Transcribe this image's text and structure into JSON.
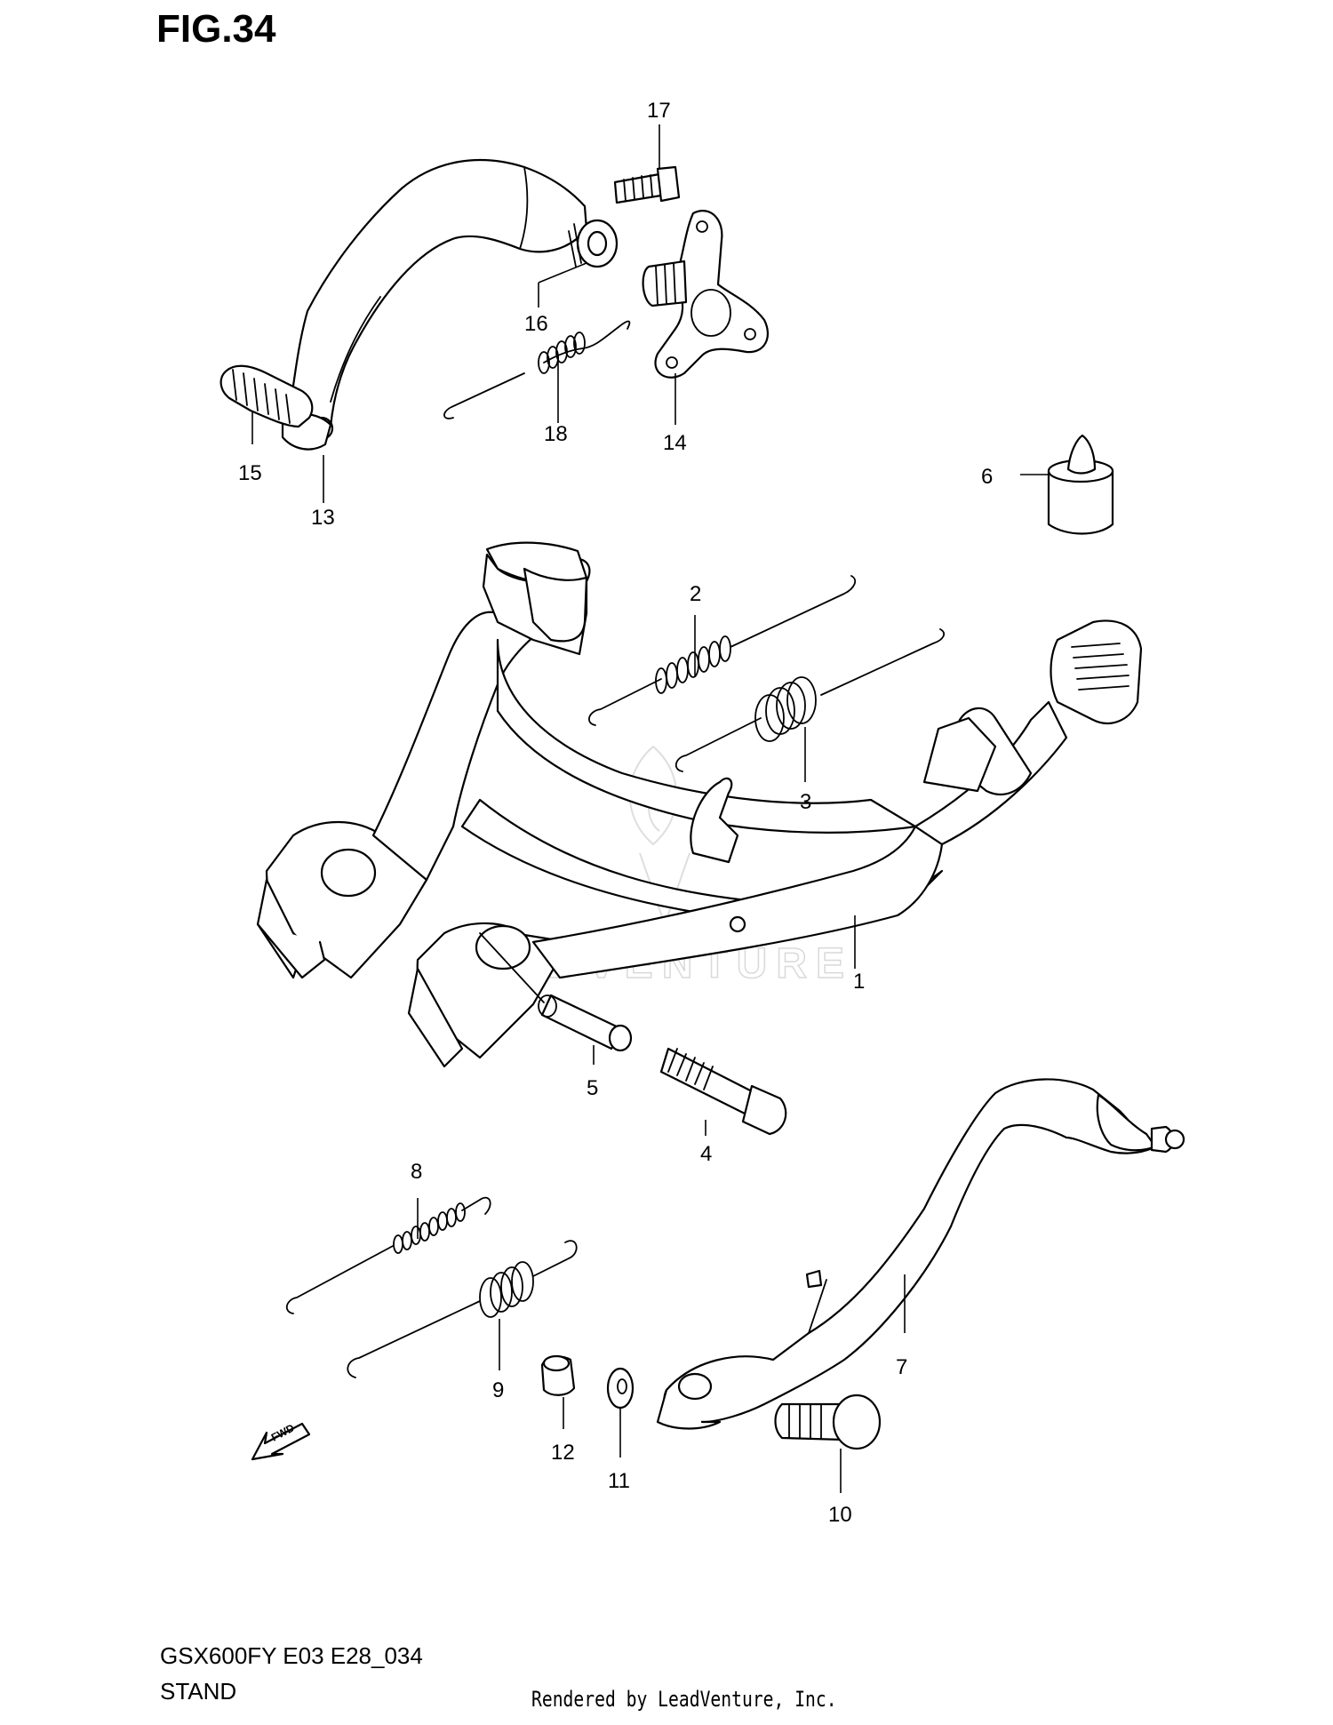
{
  "figure": {
    "title": "FIG.34",
    "code": "GSX600FY E03 E28_034",
    "name": "STAND",
    "rendered_by": "Rendered by LeadVenture, Inc.",
    "watermark": "LEADVENTURE",
    "fwd_label": "FWD"
  },
  "callouts": [
    {
      "id": "1",
      "label": "1"
    },
    {
      "id": "2",
      "label": "2"
    },
    {
      "id": "3",
      "label": "3"
    },
    {
      "id": "4",
      "label": "4"
    },
    {
      "id": "5",
      "label": "5"
    },
    {
      "id": "6",
      "label": "6"
    },
    {
      "id": "7",
      "label": "7"
    },
    {
      "id": "8",
      "label": "8"
    },
    {
      "id": "9",
      "label": "9"
    },
    {
      "id": "10",
      "label": "10"
    },
    {
      "id": "11",
      "label": "11"
    },
    {
      "id": "12",
      "label": "12"
    },
    {
      "id": "13",
      "label": "13"
    },
    {
      "id": "14",
      "label": "14"
    },
    {
      "id": "15",
      "label": "15"
    },
    {
      "id": "16",
      "label": "16"
    },
    {
      "id": "17",
      "label": "17"
    },
    {
      "id": "18",
      "label": "18"
    }
  ]
}
